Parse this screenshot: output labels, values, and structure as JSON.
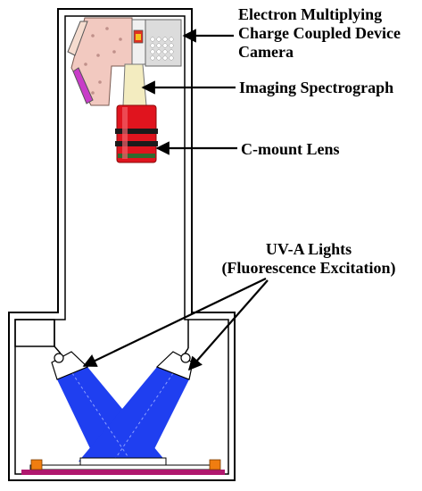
{
  "labels": {
    "camera_line1": "Electron Multiplying",
    "camera_line2": "Charge Coupled Device",
    "camera_line3": "Camera",
    "spectrograph": "Imaging Spectrograph",
    "lens": "C-mount Lens",
    "uv_line1": "UV-A Lights",
    "uv_line2": "(Fluorescence Excitation)"
  },
  "colors": {
    "outline": "#000000",
    "uv_light_blue": "#1f3ff0",
    "lens_red": "#e0141e",
    "lens_band": "#1b1b1b",
    "lens_green": "#2e6b2e",
    "spectrograph_pink": "#f2c9c0",
    "grating_magenta": "#c83cc8",
    "camera_gray": "#dcdcdc",
    "stage_magenta": "#b0186e",
    "stage_orange": "#f07d10"
  }
}
